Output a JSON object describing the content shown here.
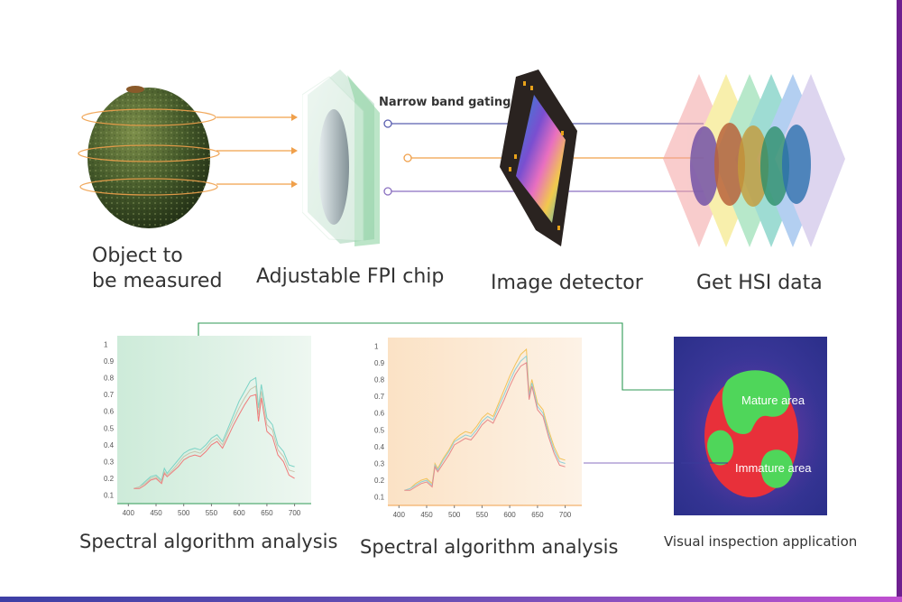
{
  "top_row": {
    "object_label_line1": "Object to",
    "object_label_line2": "be measured",
    "fpi_label": "Adjustable FPI chip",
    "detector_label": "Image detector",
    "hsi_label": "Get HSI data",
    "narrow_band_label": "Narrow band gating"
  },
  "bottom_row": {
    "chart1_caption": "Spectral algorithm analysis",
    "chart2_caption": "Spectral algorithm analysis",
    "inspection_caption": "Visual inspection application",
    "mature_label": "Mature area",
    "immature_label": "Immature area"
  },
  "colors": {
    "accent_orange": "#f0a04b",
    "accent_purple": "#8a6fc0",
    "accent_blue": "#5a5fb0",
    "connector_green": "#2f9a55",
    "border_purple": "#6e1f8f"
  },
  "chart_data": [
    {
      "type": "line",
      "x": [
        410,
        420,
        430,
        440,
        450,
        460,
        465,
        470,
        480,
        490,
        500,
        510,
        520,
        530,
        540,
        550,
        560,
        570,
        580,
        590,
        600,
        610,
        620,
        630,
        635,
        640,
        650,
        660,
        670,
        680,
        690,
        700
      ],
      "series": [
        {
          "color": "#7bd3c6",
          "values": [
            0.14,
            0.15,
            0.18,
            0.21,
            0.22,
            0.19,
            0.26,
            0.23,
            0.27,
            0.31,
            0.35,
            0.37,
            0.38,
            0.37,
            0.4,
            0.44,
            0.46,
            0.42,
            0.5,
            0.58,
            0.66,
            0.72,
            0.78,
            0.8,
            0.62,
            0.76,
            0.56,
            0.52,
            0.4,
            0.36,
            0.28,
            0.27
          ]
        },
        {
          "color": "#c9c6ae",
          "values": [
            0.14,
            0.15,
            0.17,
            0.2,
            0.21,
            0.18,
            0.24,
            0.22,
            0.25,
            0.29,
            0.33,
            0.35,
            0.36,
            0.35,
            0.38,
            0.42,
            0.44,
            0.4,
            0.48,
            0.55,
            0.62,
            0.68,
            0.73,
            0.75,
            0.58,
            0.72,
            0.52,
            0.49,
            0.37,
            0.33,
            0.25,
            0.24
          ]
        },
        {
          "color": "#f07a7a",
          "values": [
            0.14,
            0.14,
            0.16,
            0.19,
            0.2,
            0.17,
            0.23,
            0.21,
            0.24,
            0.27,
            0.31,
            0.33,
            0.34,
            0.33,
            0.36,
            0.4,
            0.42,
            0.38,
            0.45,
            0.52,
            0.58,
            0.64,
            0.69,
            0.7,
            0.54,
            0.68,
            0.48,
            0.45,
            0.34,
            0.3,
            0.22,
            0.2
          ]
        }
      ],
      "y_ticks": [
        "0.1",
        "0.2",
        "0.3",
        "0.4",
        "0.5",
        "0.6",
        "0.7",
        "0.8",
        "0.9",
        "1"
      ],
      "x_ticks": [
        "400",
        "450",
        "500",
        "550",
        "600",
        "650",
        "700"
      ],
      "xlim": [
        380,
        730
      ],
      "ylim": [
        0.05,
        1.05
      ]
    },
    {
      "type": "line",
      "x": [
        410,
        420,
        430,
        440,
        450,
        460,
        465,
        470,
        480,
        490,
        500,
        510,
        520,
        530,
        540,
        550,
        560,
        570,
        580,
        590,
        600,
        610,
        620,
        630,
        635,
        640,
        650,
        660,
        670,
        680,
        690,
        700
      ],
      "series": [
        {
          "color": "#f2c35a",
          "values": [
            0.14,
            0.15,
            0.18,
            0.2,
            0.21,
            0.18,
            0.3,
            0.27,
            0.33,
            0.38,
            0.44,
            0.47,
            0.49,
            0.48,
            0.52,
            0.57,
            0.6,
            0.58,
            0.66,
            0.74,
            0.82,
            0.89,
            0.95,
            0.98,
            0.72,
            0.8,
            0.66,
            0.62,
            0.5,
            0.4,
            0.33,
            0.32
          ]
        },
        {
          "color": "#8ecfd9",
          "values": [
            0.14,
            0.15,
            0.17,
            0.19,
            0.2,
            0.17,
            0.29,
            0.26,
            0.32,
            0.37,
            0.43,
            0.45,
            0.47,
            0.46,
            0.5,
            0.55,
            0.58,
            0.56,
            0.64,
            0.71,
            0.79,
            0.86,
            0.91,
            0.94,
            0.7,
            0.78,
            0.64,
            0.6,
            0.48,
            0.38,
            0.31,
            0.3
          ]
        },
        {
          "color": "#e6898a",
          "values": [
            0.14,
            0.14,
            0.16,
            0.18,
            0.19,
            0.16,
            0.28,
            0.25,
            0.3,
            0.35,
            0.41,
            0.43,
            0.45,
            0.44,
            0.48,
            0.53,
            0.56,
            0.54,
            0.61,
            0.68,
            0.76,
            0.83,
            0.88,
            0.9,
            0.68,
            0.76,
            0.62,
            0.58,
            0.46,
            0.36,
            0.29,
            0.28
          ]
        }
      ],
      "y_ticks": [
        "0.1",
        "0.2",
        "0.3",
        "0.4",
        "0.5",
        "0.6",
        "0.7",
        "0.8",
        "0.9",
        "1"
      ],
      "x_ticks": [
        "400",
        "450",
        "500",
        "550",
        "600",
        "650",
        "700"
      ],
      "xlim": [
        380,
        730
      ],
      "ylim": [
        0.05,
        1.05
      ]
    }
  ]
}
